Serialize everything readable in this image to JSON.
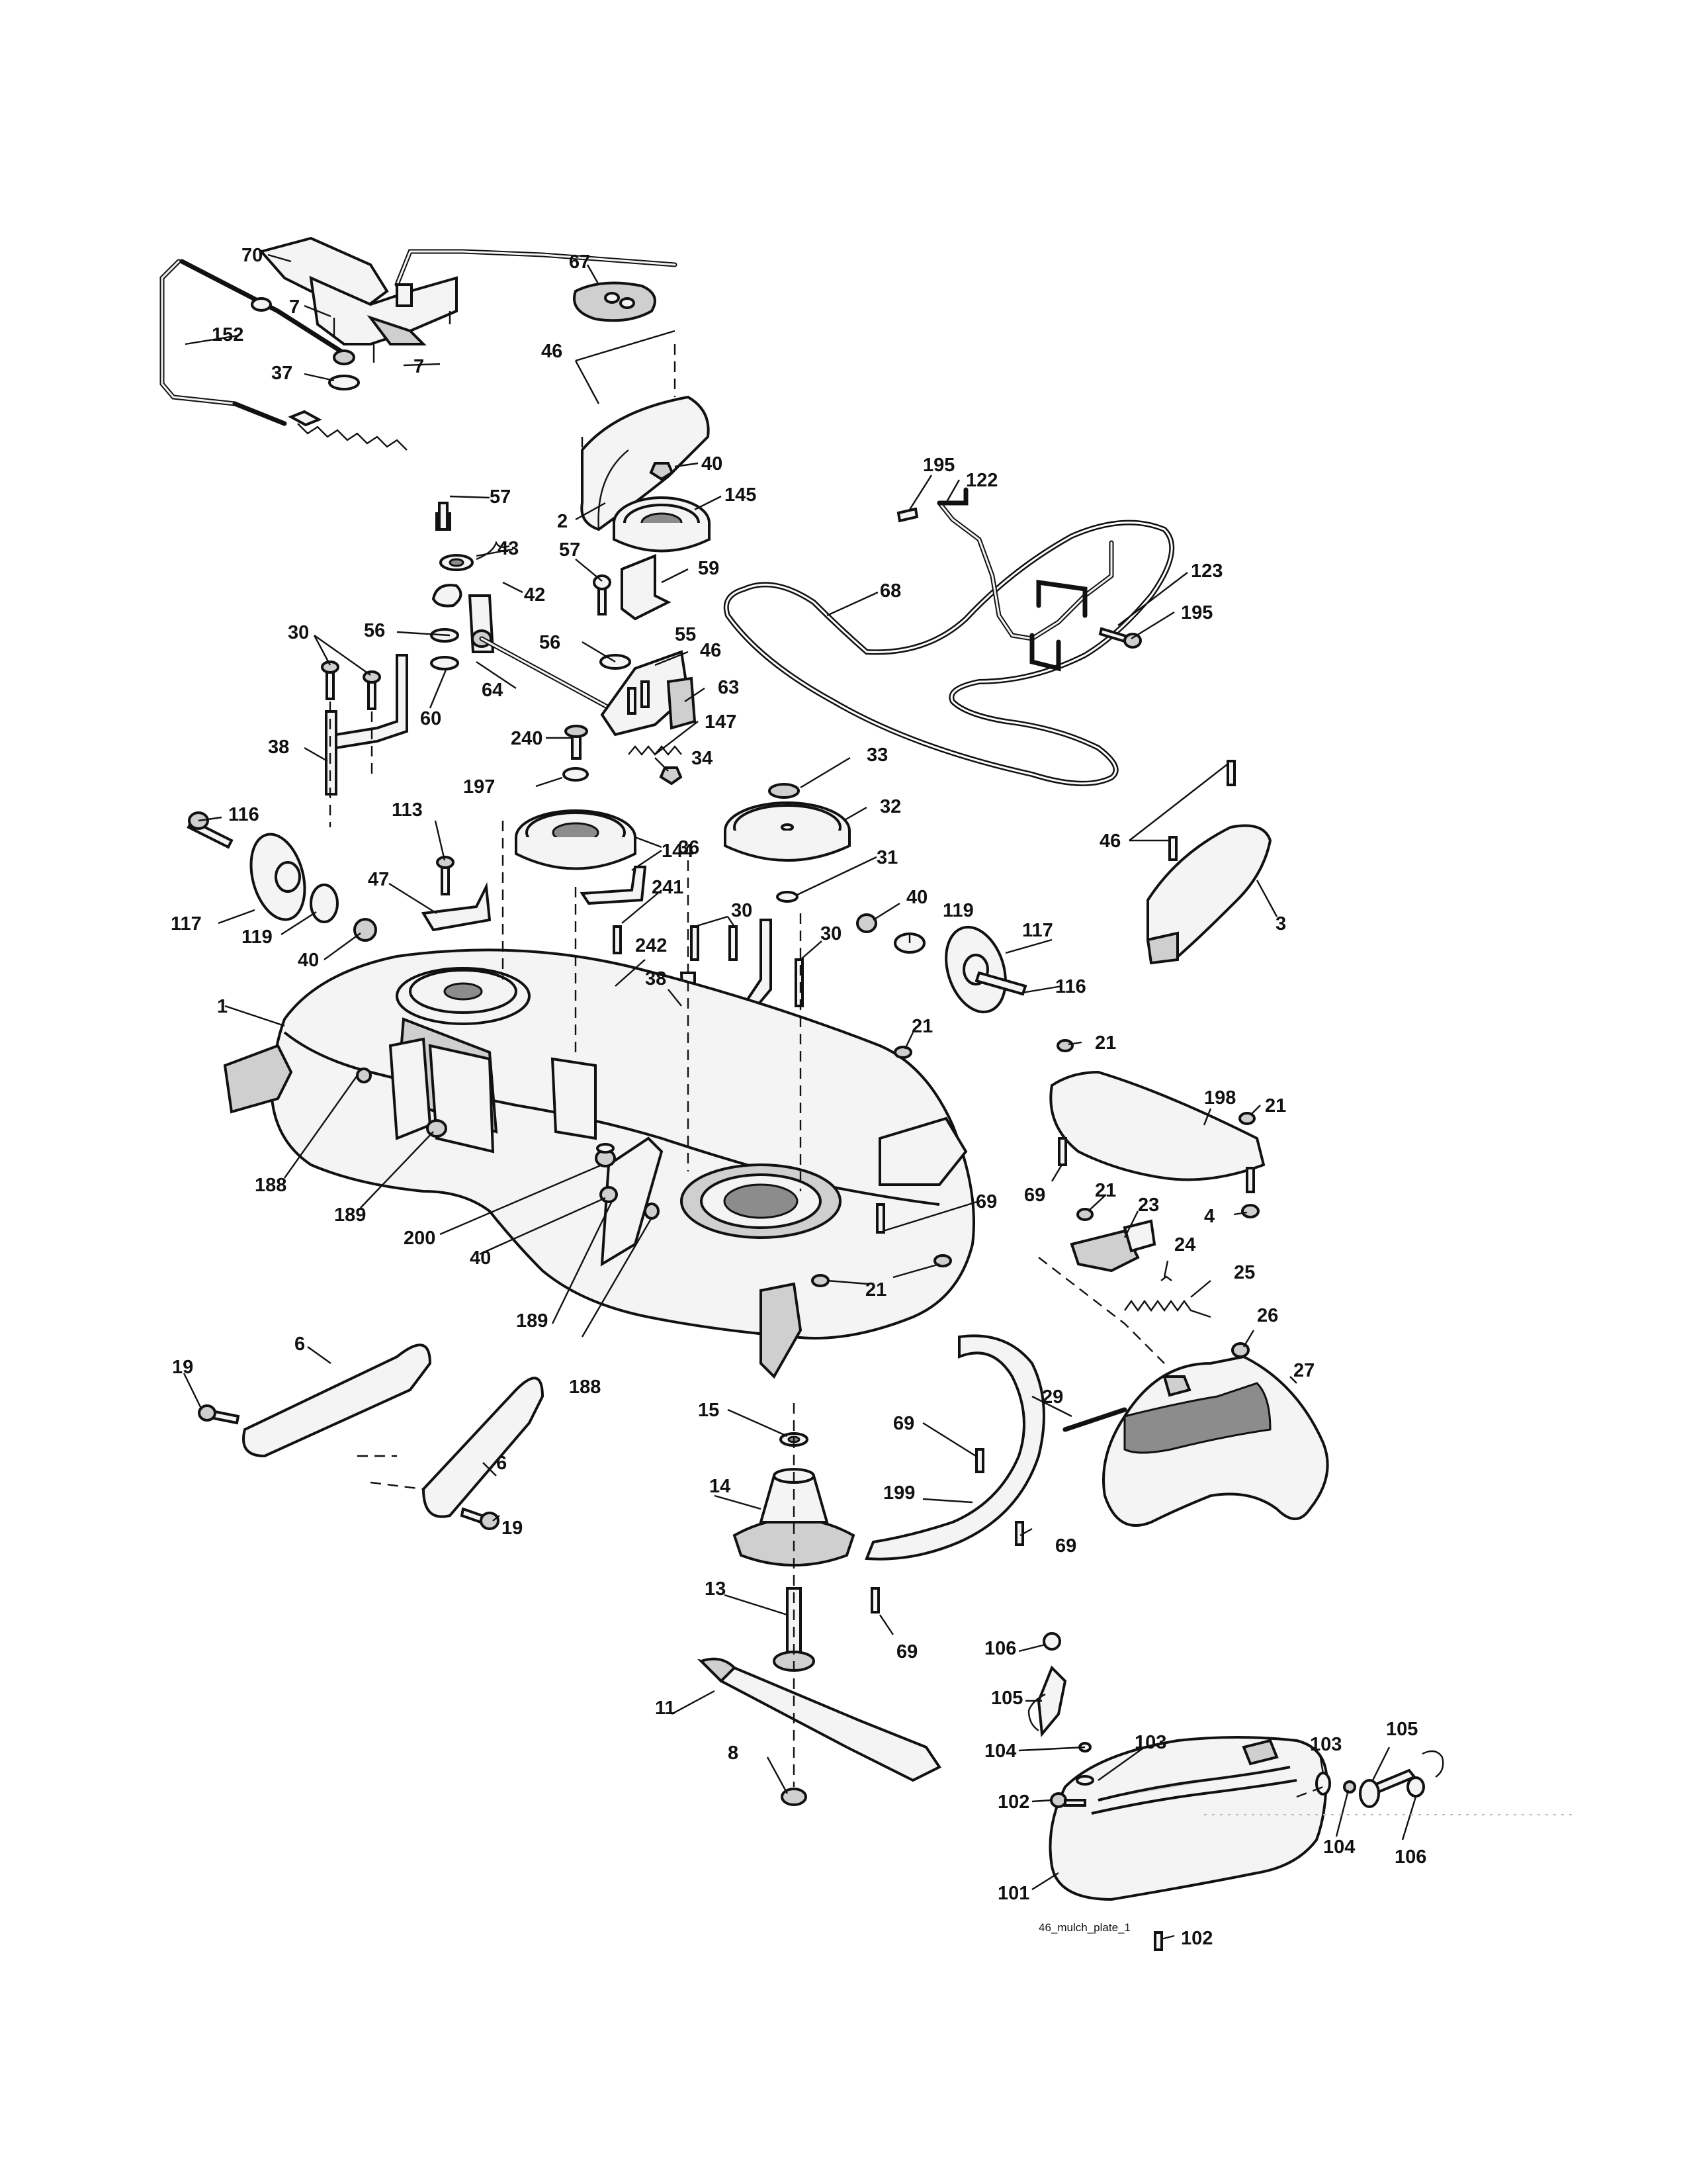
{
  "diagram": {
    "callouts": {
      "c70": "70",
      "c67": "67",
      "c7a": "7",
      "c7b": "7",
      "c152": "152",
      "c37": "37",
      "c46a": "46",
      "c40a": "40",
      "c2": "2",
      "c145": "145",
      "c57a": "57",
      "c43": "43",
      "c42": "42",
      "c57b": "57",
      "c59": "59",
      "c195a": "195",
      "c122": "122",
      "c68": "68",
      "c123": "123",
      "c195b": "195",
      "c30a": "30",
      "c56a": "56",
      "c56b": "56",
      "c55": "55",
      "c46b": "46",
      "c63": "63",
      "c64": "64",
      "c60": "60",
      "c38a": "38",
      "c240": "240",
      "c147": "147",
      "c34": "34",
      "c197": "197",
      "c33": "33",
      "c36": "36",
      "c32": "32",
      "c116a": "116",
      "c113": "113",
      "c144": "144",
      "c31": "31",
      "c46c": "46",
      "c3": "3",
      "c47": "47",
      "c241": "241",
      "c117a": "117",
      "c119a": "119",
      "c40b": "40",
      "c30b": "30",
      "c30c": "30",
      "c40c": "40",
      "c119b": "119",
      "c117b": "117",
      "c242": "242",
      "c38b": "38",
      "c116b": "116",
      "c1": "1",
      "c21a": "21",
      "c21b": "21",
      "c198": "198",
      "c21c": "21",
      "c188a": "188",
      "c189a": "189",
      "c200": "200",
      "c40d": "40",
      "c69a": "69",
      "c69b": "69",
      "c21d": "21",
      "c23": "23",
      "c4": "4",
      "c24": "24",
      "c21e": "21",
      "c25": "25",
      "c26": "26",
      "c189b": "189",
      "c188b": "188",
      "c6a": "6",
      "c19a": "19",
      "c27": "27",
      "c15": "15",
      "c29": "29",
      "c69c": "69",
      "c6b": "6",
      "c19b": "19",
      "c14": "14",
      "c199": "199",
      "c69d": "69",
      "c13": "13",
      "c69e": "69",
      "c106a": "106",
      "c105a": "105",
      "c11": "11",
      "c104a": "104",
      "c103a": "103",
      "c103b": "103",
      "c105b": "105",
      "c8": "8",
      "c102a": "102",
      "c104b": "104",
      "c106b": "106",
      "c101": "101",
      "c102b": "102"
    },
    "plate_label": "46_mulch_plate_1"
  }
}
